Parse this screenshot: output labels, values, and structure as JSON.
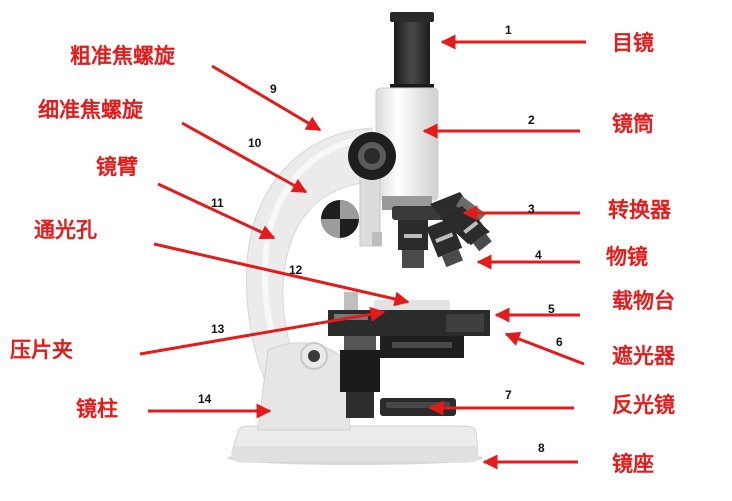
{
  "colors": {
    "label": "#e31b1b",
    "arrow": "#e31b1b",
    "number": "#111111",
    "body_light": "#ededed",
    "body_shade": "#d4d4d4",
    "dark": "#2f2f2f",
    "black": "#151515"
  },
  "parts": [
    {
      "number": "1",
      "name": "目镜"
    },
    {
      "number": "2",
      "name": "镜筒"
    },
    {
      "number": "3",
      "name": "转换器"
    },
    {
      "number": "4",
      "name": "物镜"
    },
    {
      "number": "5",
      "name": "载物台"
    },
    {
      "number": "6",
      "name": "遮光器"
    },
    {
      "number": "7",
      "name": "反光镜"
    },
    {
      "number": "8",
      "name": "镜座"
    },
    {
      "number": "9",
      "name": "粗准焦螺旋"
    },
    {
      "number": "10",
      "name": "细准焦螺旋"
    },
    {
      "number": "11",
      "name": "镜臂"
    },
    {
      "number": "12",
      "name": "通光孔"
    },
    {
      "number": "13",
      "name": "压片夹"
    },
    {
      "number": "14",
      "name": "镜柱"
    }
  ]
}
